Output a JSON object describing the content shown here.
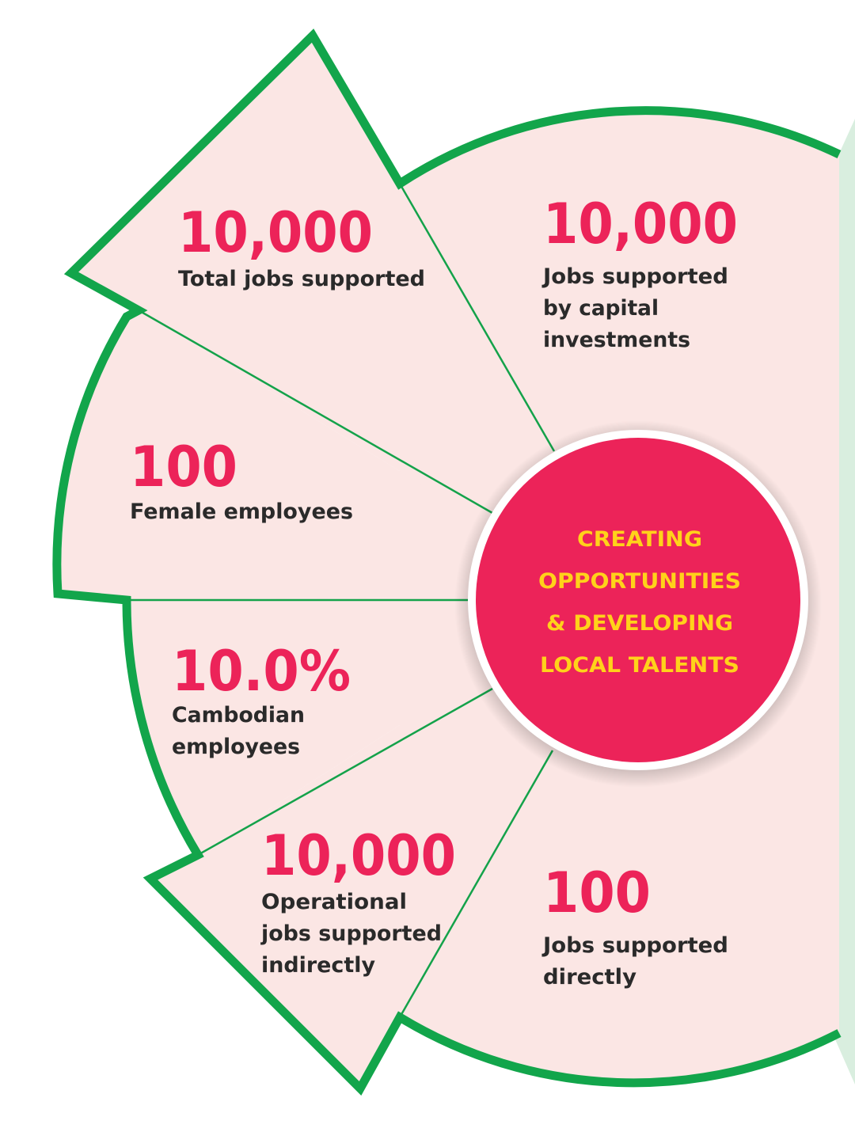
{
  "colors": {
    "wedge_fill": "#fbe6e4",
    "outline": "#12a54b",
    "divider": "#14a24a",
    "accent_pink": "#ec2359",
    "center_text": "#ffd21a",
    "background_green": "#d9eedf",
    "label_text": "#2a2a2a"
  },
  "center": {
    "lines": [
      "CREATING",
      "OPPORTUNITIES",
      "& DEVELOPING",
      "LOCAL TALENTS"
    ]
  },
  "segments": [
    {
      "id": "capital",
      "value": "10,000",
      "label": [
        "Jobs supported",
        "by capital",
        "investments"
      ]
    },
    {
      "id": "total",
      "value": "10,000",
      "label": [
        "Total jobs supported"
      ]
    },
    {
      "id": "female",
      "value": "100",
      "label": [
        "Female employees"
      ]
    },
    {
      "id": "cambodian",
      "value": "10.0%",
      "label": [
        "Cambodian",
        "employees"
      ]
    },
    {
      "id": "operational",
      "value": "10,000",
      "label": [
        "Operational",
        "jobs supported",
        "indirectly"
      ]
    },
    {
      "id": "direct",
      "value": "100",
      "label": [
        "Jobs supported",
        "directly"
      ]
    }
  ]
}
